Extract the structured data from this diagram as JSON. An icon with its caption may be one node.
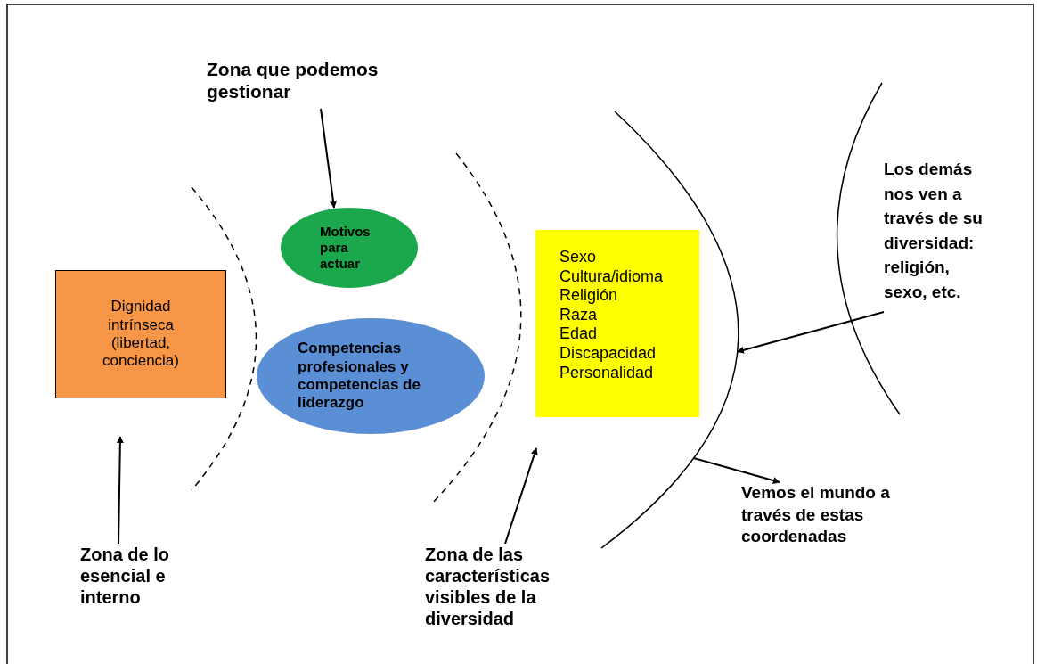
{
  "diagram": {
    "nodes": [
      {
        "text": [
          "Zona que podemos gestionar"
        ]
      },
      {
        "text": [
          "Motivos para actuar"
        ]
      },
      {
        "text": [
          "Dignidad intrínseca (libertad, conciencia)"
        ]
      },
      {
        "text": [
          "Competencias profesionales y competencias de liderazgo"
        ]
      },
      {
        "text": [
          "Sexo",
          "Cultura/idioma",
          "Religión",
          "Raza",
          "Edad",
          "Discapacidad",
          "Personalidad"
        ]
      },
      {
        "text": [
          "Los demás nos ven a través de su diversidad: religión, sexo, etc."
        ]
      },
      {
        "text": [
          "Zona de lo esencial e interno"
        ]
      },
      {
        "text": [
          "Zona de las características visibles de la diversidad"
        ]
      },
      {
        "text": [
          "Vemos el mundo a través de estas coordenadas"
        ]
      },
      {
        "text": [],
        "shape": "arc"
      }
    ],
    "edges": [
      {
        "from": 0,
        "to": 1,
        "arrow": "to"
      },
      {
        "from": 6,
        "to": null,
        "arrow": "to"
      },
      {
        "from": 7,
        "to": null,
        "arrow": "to"
      },
      {
        "from": 5,
        "to": 9,
        "arrow": "to"
      },
      {
        "from": 9,
        "to": 8,
        "arrow": "to"
      }
    ]
  }
}
